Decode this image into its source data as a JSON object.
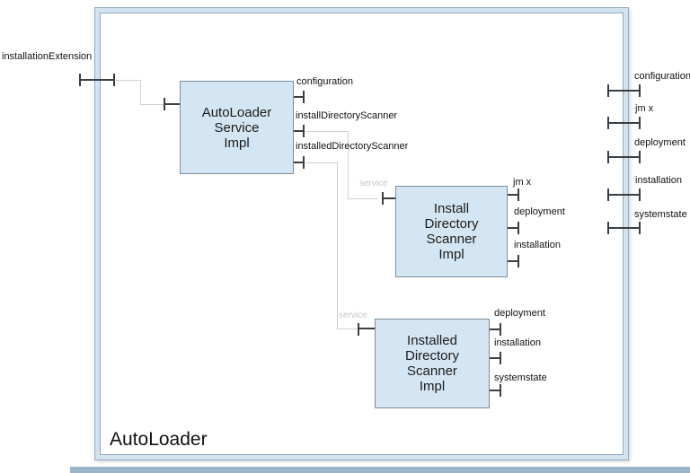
{
  "diagram": {
    "title": "AutoLoader",
    "frame": {
      "left_ports": [
        {
          "label": "installationExtension"
        }
      ],
      "right_ports": [
        {
          "label": "configuration"
        },
        {
          "label": "jm x"
        },
        {
          "label": "deployment"
        },
        {
          "label": "installation"
        },
        {
          "label": "systemstate"
        }
      ]
    },
    "components": [
      {
        "name": "AutoLoader\nService\nImpl",
        "ports_right": [
          {
            "label": "configuration"
          },
          {
            "label": "installDirectoryScanner"
          },
          {
            "label": "installedDirectoryScanner"
          }
        ]
      },
      {
        "name": "Install\nDirectory\nScanner\nImpl",
        "service_label": "service",
        "ports_right": [
          {
            "label": "jm x"
          },
          {
            "label": "deployment"
          },
          {
            "label": "installation"
          }
        ]
      },
      {
        "name": "Installed\nDirectory\nScanner\nImpl",
        "service_label": "service",
        "ports_right": [
          {
            "label": "deployment"
          },
          {
            "label": "installation"
          },
          {
            "label": "systemstate"
          }
        ]
      }
    ],
    "colors": {
      "component_fill": "#d4e6f3",
      "component_border": "#7d8d9b",
      "frame_band": "#d2e2ee",
      "frame_outline": "#93a9bd",
      "connector_gray": "#d0d0d0",
      "port_dark": "#3a3f42",
      "service_text": "#c6c6c6"
    }
  }
}
